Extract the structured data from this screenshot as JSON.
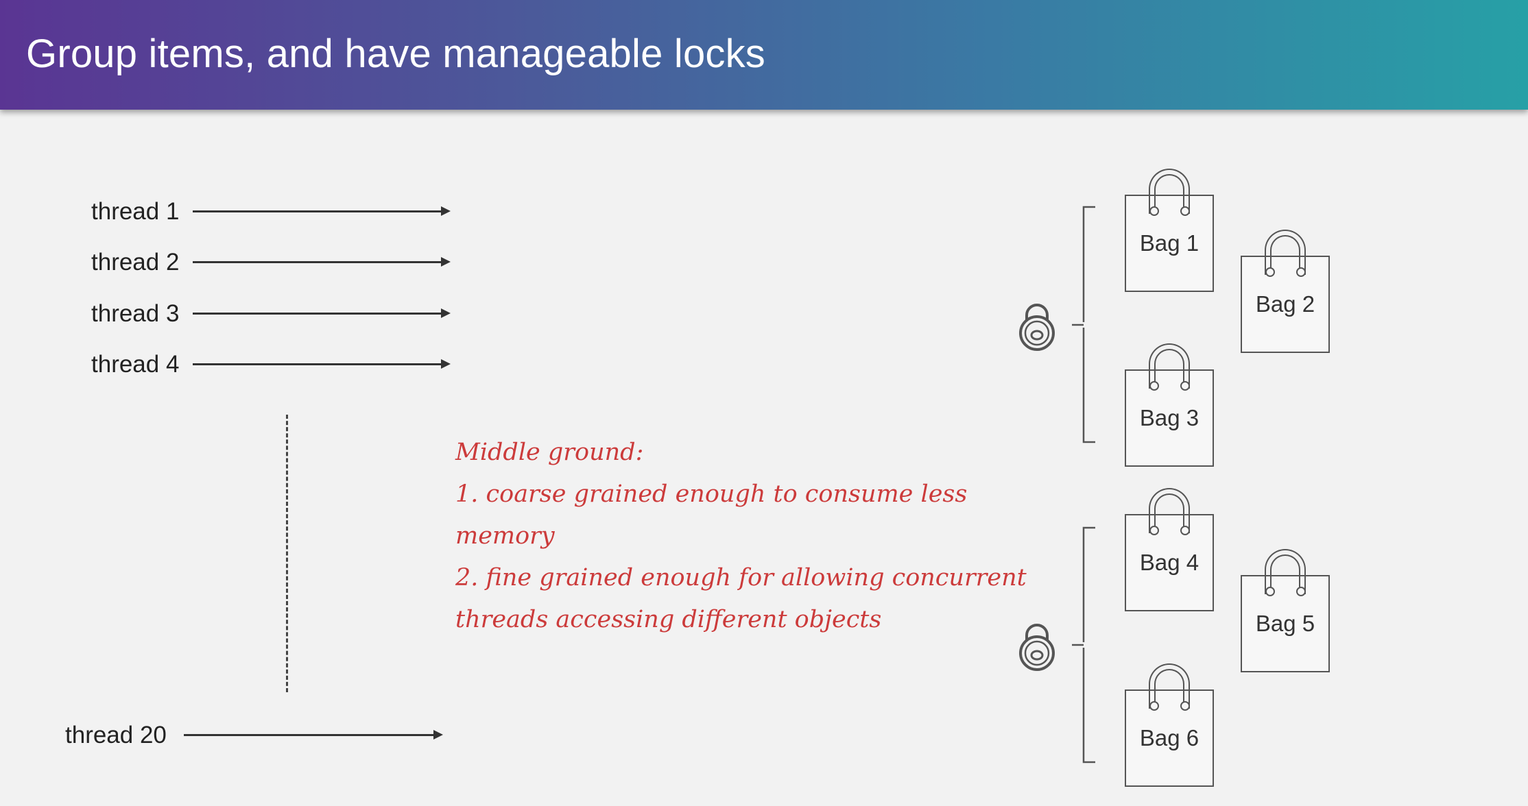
{
  "header": {
    "title": "Group items, and have manageable locks"
  },
  "threads": [
    {
      "label": "thread 1"
    },
    {
      "label": "thread 2"
    },
    {
      "label": "thread 3"
    },
    {
      "label": "thread 4"
    },
    {
      "label": "thread 20"
    }
  ],
  "note": {
    "lines": [
      "Middle ground:",
      "1. coarse grained enough to consume less",
      "memory",
      "2. fine grained enough for allowing concurrent",
      "threads accessing different objects"
    ]
  },
  "bags": [
    {
      "label": "Bag 1"
    },
    {
      "label": "Bag 2"
    },
    {
      "label": "Bag 3"
    },
    {
      "label": "Bag 4"
    },
    {
      "label": "Bag 5"
    },
    {
      "label": "Bag 6"
    }
  ],
  "groups": [
    {
      "lock_icon": "lock-icon"
    },
    {
      "lock_icon": "lock-icon"
    }
  ]
}
